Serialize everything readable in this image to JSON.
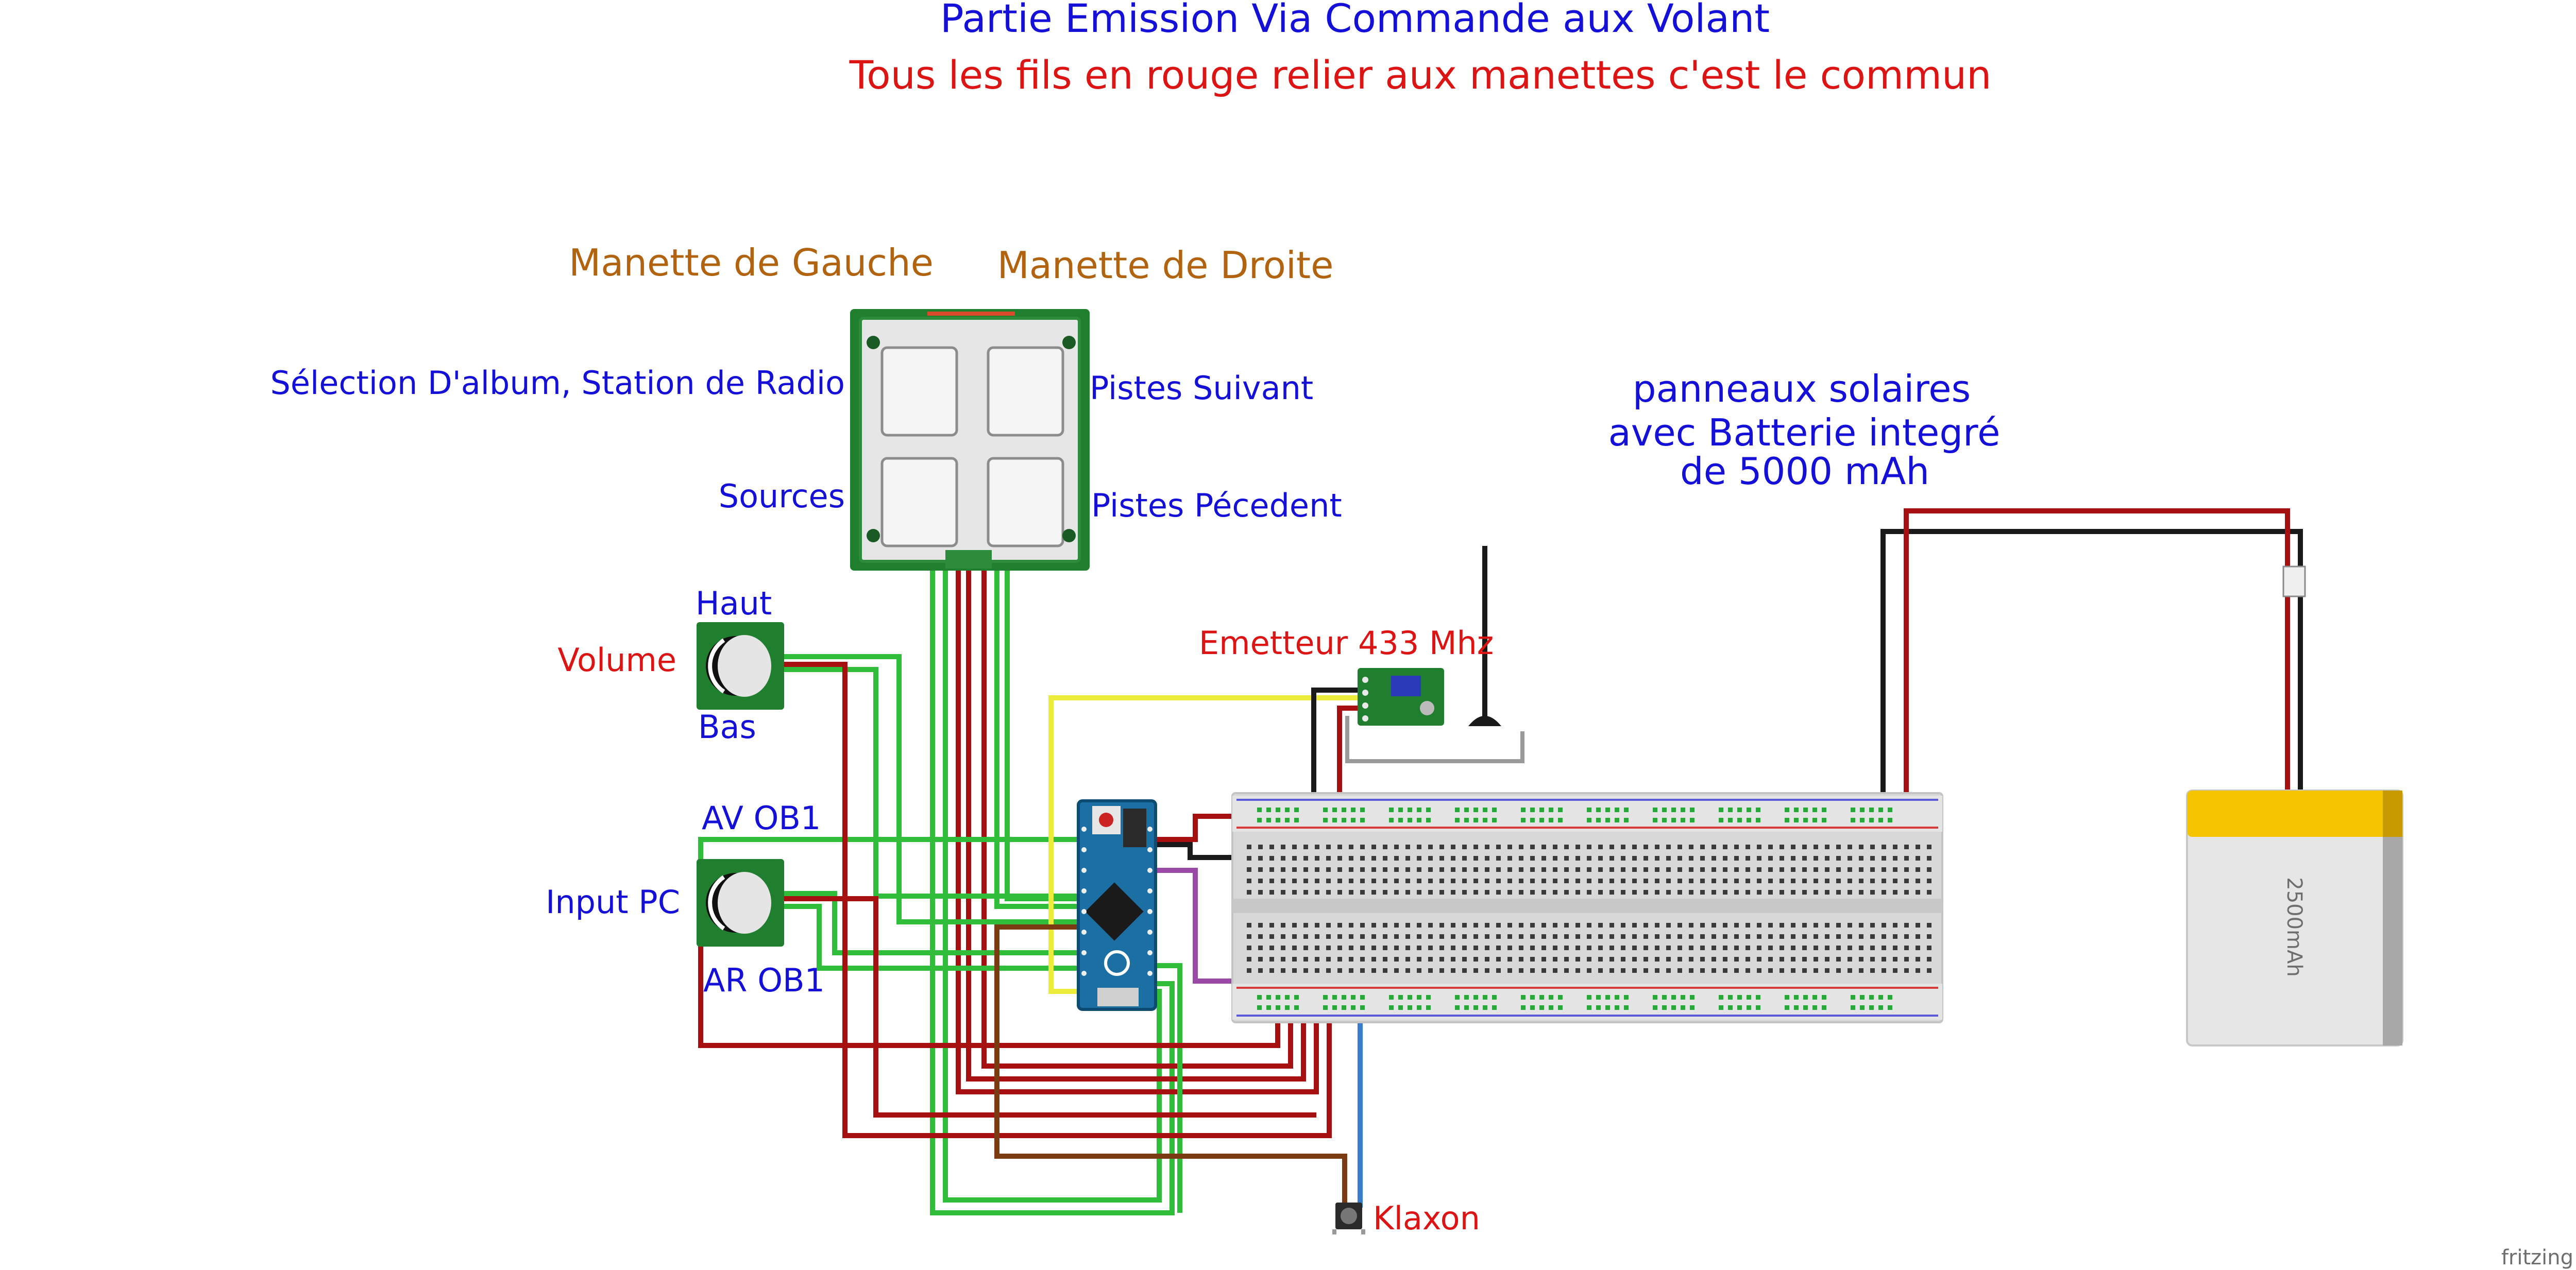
{
  "title": "Partie Emission Via Commande aux Volant",
  "subtitle": "Tous les fils en rouge relier aux manettes c'est le commun",
  "labels": {
    "left_control": "Manette de Gauche",
    "right_control": "Manette de Droite",
    "album_station": "Sélection D'album, Station de Radio",
    "sources": "Sources",
    "next_tracks": "Pistes Suivant",
    "prev_tracks": "Pistes Pécedent",
    "volume_up": "Haut",
    "volume": "Volume",
    "volume_down": "Bas",
    "av_ob1": "AV OB1",
    "input_pc": "Input PC",
    "ar_ob1": "AR OB1",
    "emitter": "Emetteur 433 Mhz",
    "klaxon": "Klaxon",
    "solar_line1": "panneaux solaires",
    "solar_line2": "avec Batterie integré",
    "solar_line3": "de 5000 mAh",
    "battery_capacity": "2500mAh",
    "watermark": "fritzing"
  },
  "colors": {
    "blue_text": "#1410d8",
    "red_text": "#dc1414",
    "brown_text": "#b1630f",
    "wire_red": "#a61010",
    "wire_green": "#2fbd3a",
    "wire_black": "#1a1a1a",
    "wire_yellow": "#ecec3a",
    "wire_purple": "#9a4aa6",
    "wire_blue": "#3a7ccc",
    "wire_brown": "#7a3a12",
    "pcb_green": "#1f7f2f",
    "arduino_blue": "#1c6fa3",
    "battery_yellow": "#f5c400"
  }
}
